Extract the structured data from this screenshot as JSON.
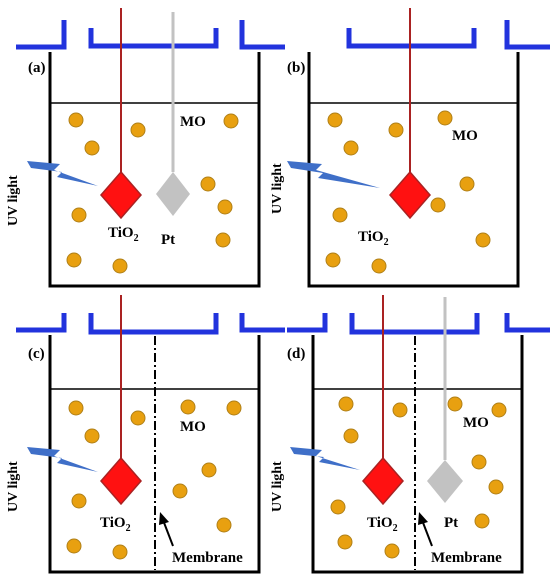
{
  "panels": [
    {
      "id": "a",
      "label": "(a)",
      "electrode_label": "TiO",
      "electrode_sub": "2",
      "counter_label": "Pt",
      "solution_label": "MO",
      "uv_label": "UV light",
      "membrane_label": ""
    },
    {
      "id": "b",
      "label": "(b)",
      "electrode_label": "TiO",
      "electrode_sub": "2",
      "counter_label": "",
      "solution_label": "MO",
      "uv_label": "UV light",
      "membrane_label": ""
    },
    {
      "id": "c",
      "label": "(c)",
      "electrode_label": "TiO",
      "electrode_sub": "2",
      "counter_label": "",
      "solution_label": "MO",
      "uv_label": "UV light",
      "membrane_label": "Membrane"
    },
    {
      "id": "d",
      "label": "(d)",
      "electrode_label": "TiO",
      "electrode_sub": "2",
      "counter_label": "Pt",
      "solution_label": "MO",
      "uv_label": "UV light",
      "membrane_label": "Membrane"
    }
  ],
  "colors": {
    "lid": "#2233dd",
    "electrode": "#ff1111",
    "electrode_rod": "#aa2222",
    "platinum": "#c2c2c2",
    "particle_fill": "#e8a010",
    "particle_stroke": "#b08018",
    "uv_bolt": "#3f6fc8"
  }
}
